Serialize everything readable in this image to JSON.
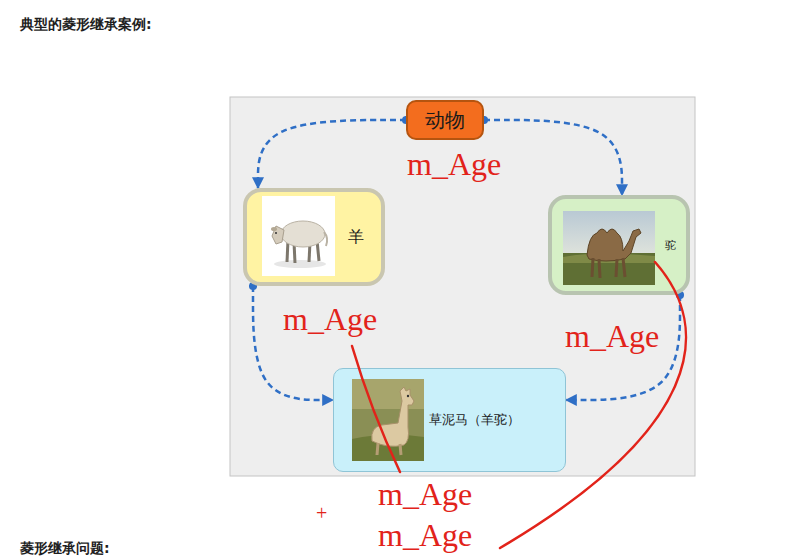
{
  "diagram": {
    "title": "典型的菱形继承案例:",
    "caption": "菱形继承问题:",
    "nodes": [
      {
        "text": [
          "动物"
        ]
      },
      {
        "text": [
          "羊"
        ]
      },
      {
        "text": [
          "驼"
        ]
      },
      {
        "text": [
          "草泥马（羊驼）"
        ]
      }
    ],
    "edges": [
      {
        "from": 0,
        "to": 1,
        "arrow": "to"
      },
      {
        "from": 0,
        "to": 2,
        "arrow": "to"
      },
      {
        "from": 1,
        "to": 3,
        "arrow": "to"
      },
      {
        "from": 2,
        "to": 3,
        "arrow": "to"
      }
    ],
    "labels": [
      "m_Age",
      "m_Age",
      "m_Age",
      "m_Age",
      "+",
      "m_Age"
    ]
  }
}
